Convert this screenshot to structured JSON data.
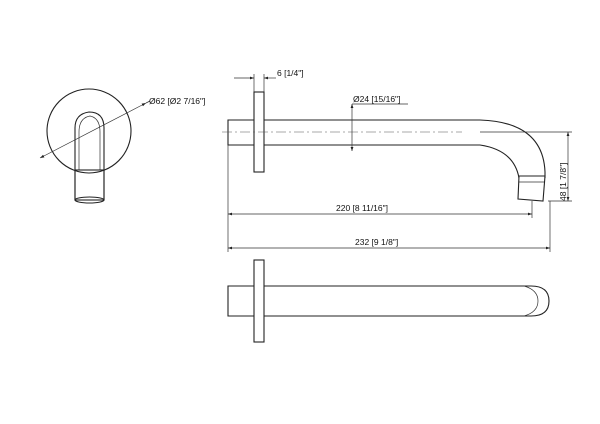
{
  "dimensions": {
    "flange_diameter": "Ø62 [Ø2 7/16\"]",
    "flange_thickness": "6 [1/4\"]",
    "spout_diameter": "Ø24 [15/16\"]",
    "spout_reach": "220 [8 11/16\"]",
    "overall_length": "232 [9 1/8\"]",
    "outlet_drop": "48 [1 7/8\"]"
  }
}
